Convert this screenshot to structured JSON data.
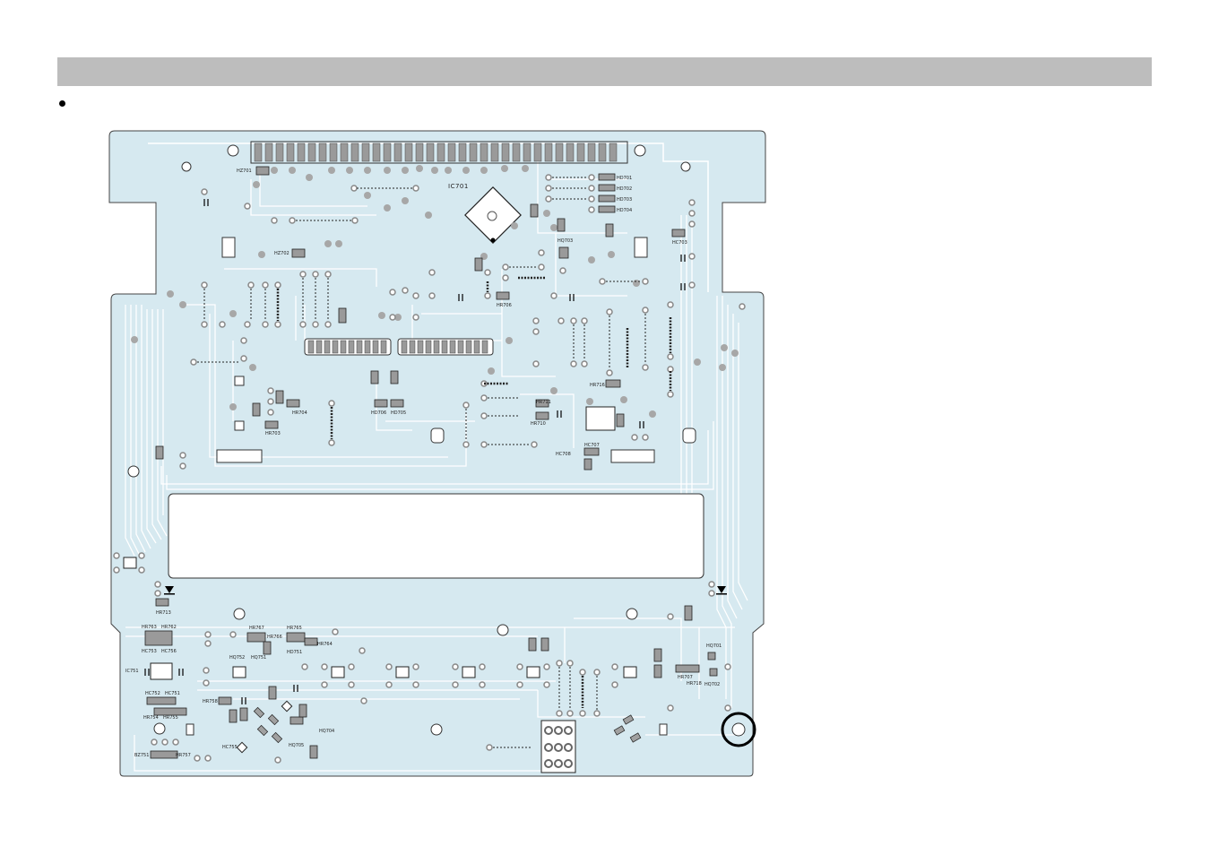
{
  "header": {
    "title": ""
  },
  "bullet_text": "",
  "labels": {
    "ic701": "IC701",
    "hz701": "HZ701",
    "hz702": "HZ702",
    "hd701": "HD701",
    "hd702": "HD702",
    "hd703": "HD703",
    "hd704": "HD704",
    "hc703": "HC703",
    "hq703": "HQ703",
    "hr706": "HR706",
    "hr704": "HR704",
    "hr703": "HR703",
    "hd706": "HD706",
    "hd705": "HD705",
    "hr716": "HR716",
    "hr711": "HR711",
    "hr710": "HR710",
    "hc707": "HC707",
    "hc708": "HC708",
    "hr713": "HR713",
    "hr763": "HR763",
    "hr762": "HR762",
    "hc753": "HC753",
    "hc756": "HC756",
    "hr767": "HR767",
    "hr765": "HR765",
    "hr766": "HR766",
    "hr764": "HR764",
    "hq752": "HQ752",
    "hq751": "HQ751",
    "hd751": "HD751",
    "ic751": "IC751",
    "hc752": "HC752",
    "hc751": "HC751",
    "hr754": "HR754",
    "hr755": "HR755",
    "hr758": "HR758",
    "hq704": "HQ704",
    "hq705": "HQ705",
    "hc755": "HC755",
    "bz751": "BZ751",
    "hr757": "HR757",
    "hq701": "HQ701",
    "hr707": "HR707",
    "hr718": "HR718",
    "hq702": "HQ702"
  },
  "colors": {
    "board_fill": "#d6e9f0",
    "trace": "#ffffff",
    "pad": "#a9a9a9",
    "outline": "#333333",
    "header": "#bdbdbd"
  }
}
